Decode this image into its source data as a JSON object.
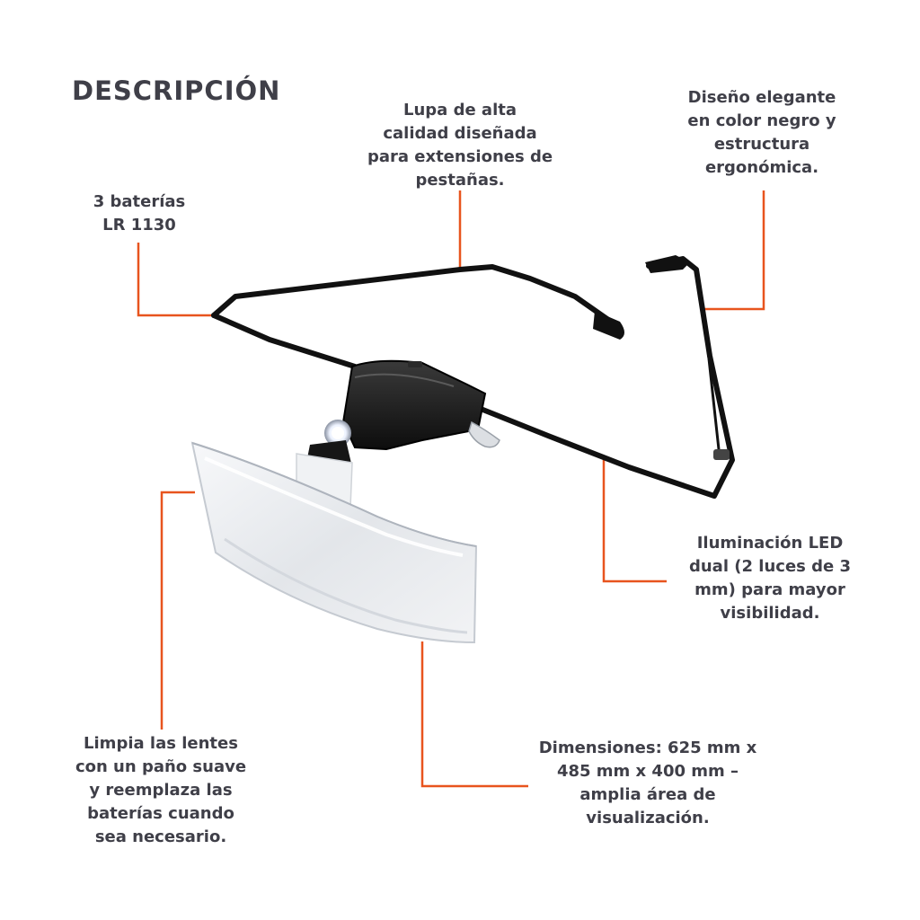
{
  "title": "DESCRIPCIÓN",
  "callouts": {
    "batteries": "3 baterías\nLR 1130",
    "quality": "Lupa de alta\ncalidad diseñada\npara extensiones de\npestañas.",
    "design": "Diseño elegante\nen color negro y\nestructura\nergonómica.",
    "led": "Iluminación LED\ndual (2 luces de 3\nmm) para mayor\nvisibilidad.",
    "clean": "Limpia las lentes\ncon un paño suave\ny reemplaza las\nbaterías cuando\nsea necesario.",
    "dimensions": "Dimensiones: 625 mm x\n485 mm x 400 mm –\namplia área de\nvisualización."
  },
  "colors": {
    "text": "#3f3f48",
    "leader_line": "#e8541e",
    "frame": "#111111",
    "lens": "#e9ebee"
  }
}
